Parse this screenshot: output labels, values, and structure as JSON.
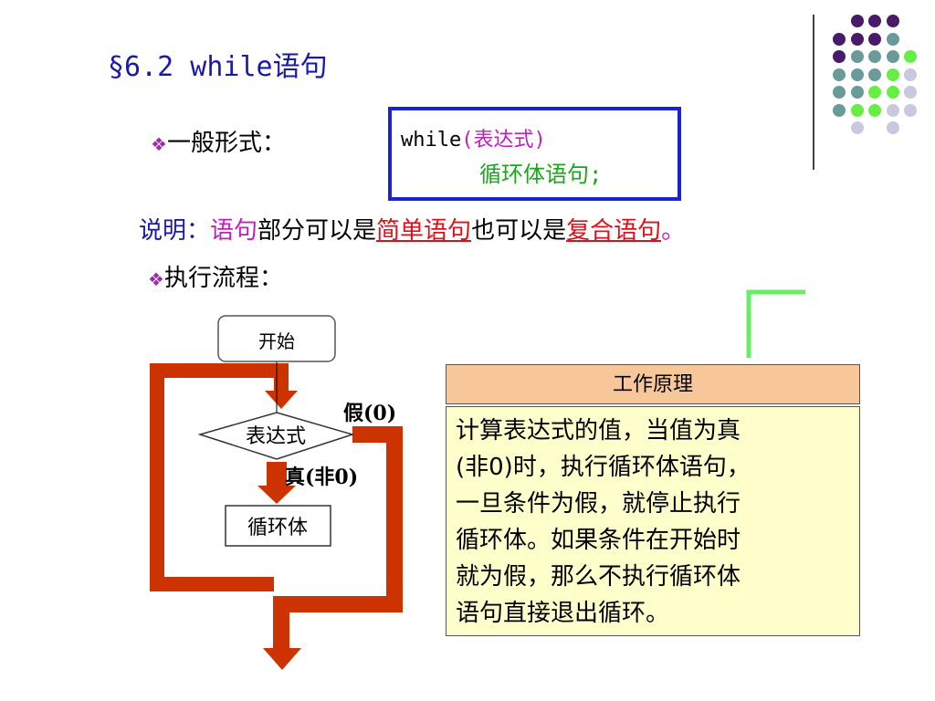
{
  "title": "§6.2 while语句",
  "colors": {
    "title": "#1a1aa8",
    "code_box_border": "#1a22d8",
    "keyword_magenta": "#c020c0",
    "green": "#18a818",
    "red_underline": "#e0101a",
    "flow_red": "#cc3300",
    "dot_purple": "#4a1a6a",
    "dot_teal": "#6a9a9a",
    "dot_green": "#66ee44",
    "dot_lavender": "#c8c8e0",
    "principle_head_bg": "#f7c79a",
    "principle_body_bg": "#ffffcc"
  },
  "general_form": {
    "bullet": "❖",
    "label": "一般形式：",
    "code_keyword": "while",
    "code_condition": "(表达式)",
    "code_body": "循环体语句;"
  },
  "explanation": {
    "prefix": "说明：",
    "part1": "语句",
    "part2": "部分可以是",
    "part3": "简单语句",
    "part4": "也可以是",
    "part5": "复合语句",
    "end": "。"
  },
  "flow_process": {
    "bullet": "❖",
    "label": "执行流程："
  },
  "flowchart": {
    "start": "开始",
    "condition": "表达式",
    "false_label": "假(0)",
    "true_label": "真(非0)",
    "body": "循环体"
  },
  "principle": {
    "heading": "工作原理",
    "lines": [
      "计算表达式的值，当值为真",
      "(非0)时，执行循环体语句，",
      "一旦条件为假，就停止执行",
      "循环体。如果条件在开始时",
      "就为假，那么不执行循环体",
      "语句直接退出循环。"
    ]
  }
}
